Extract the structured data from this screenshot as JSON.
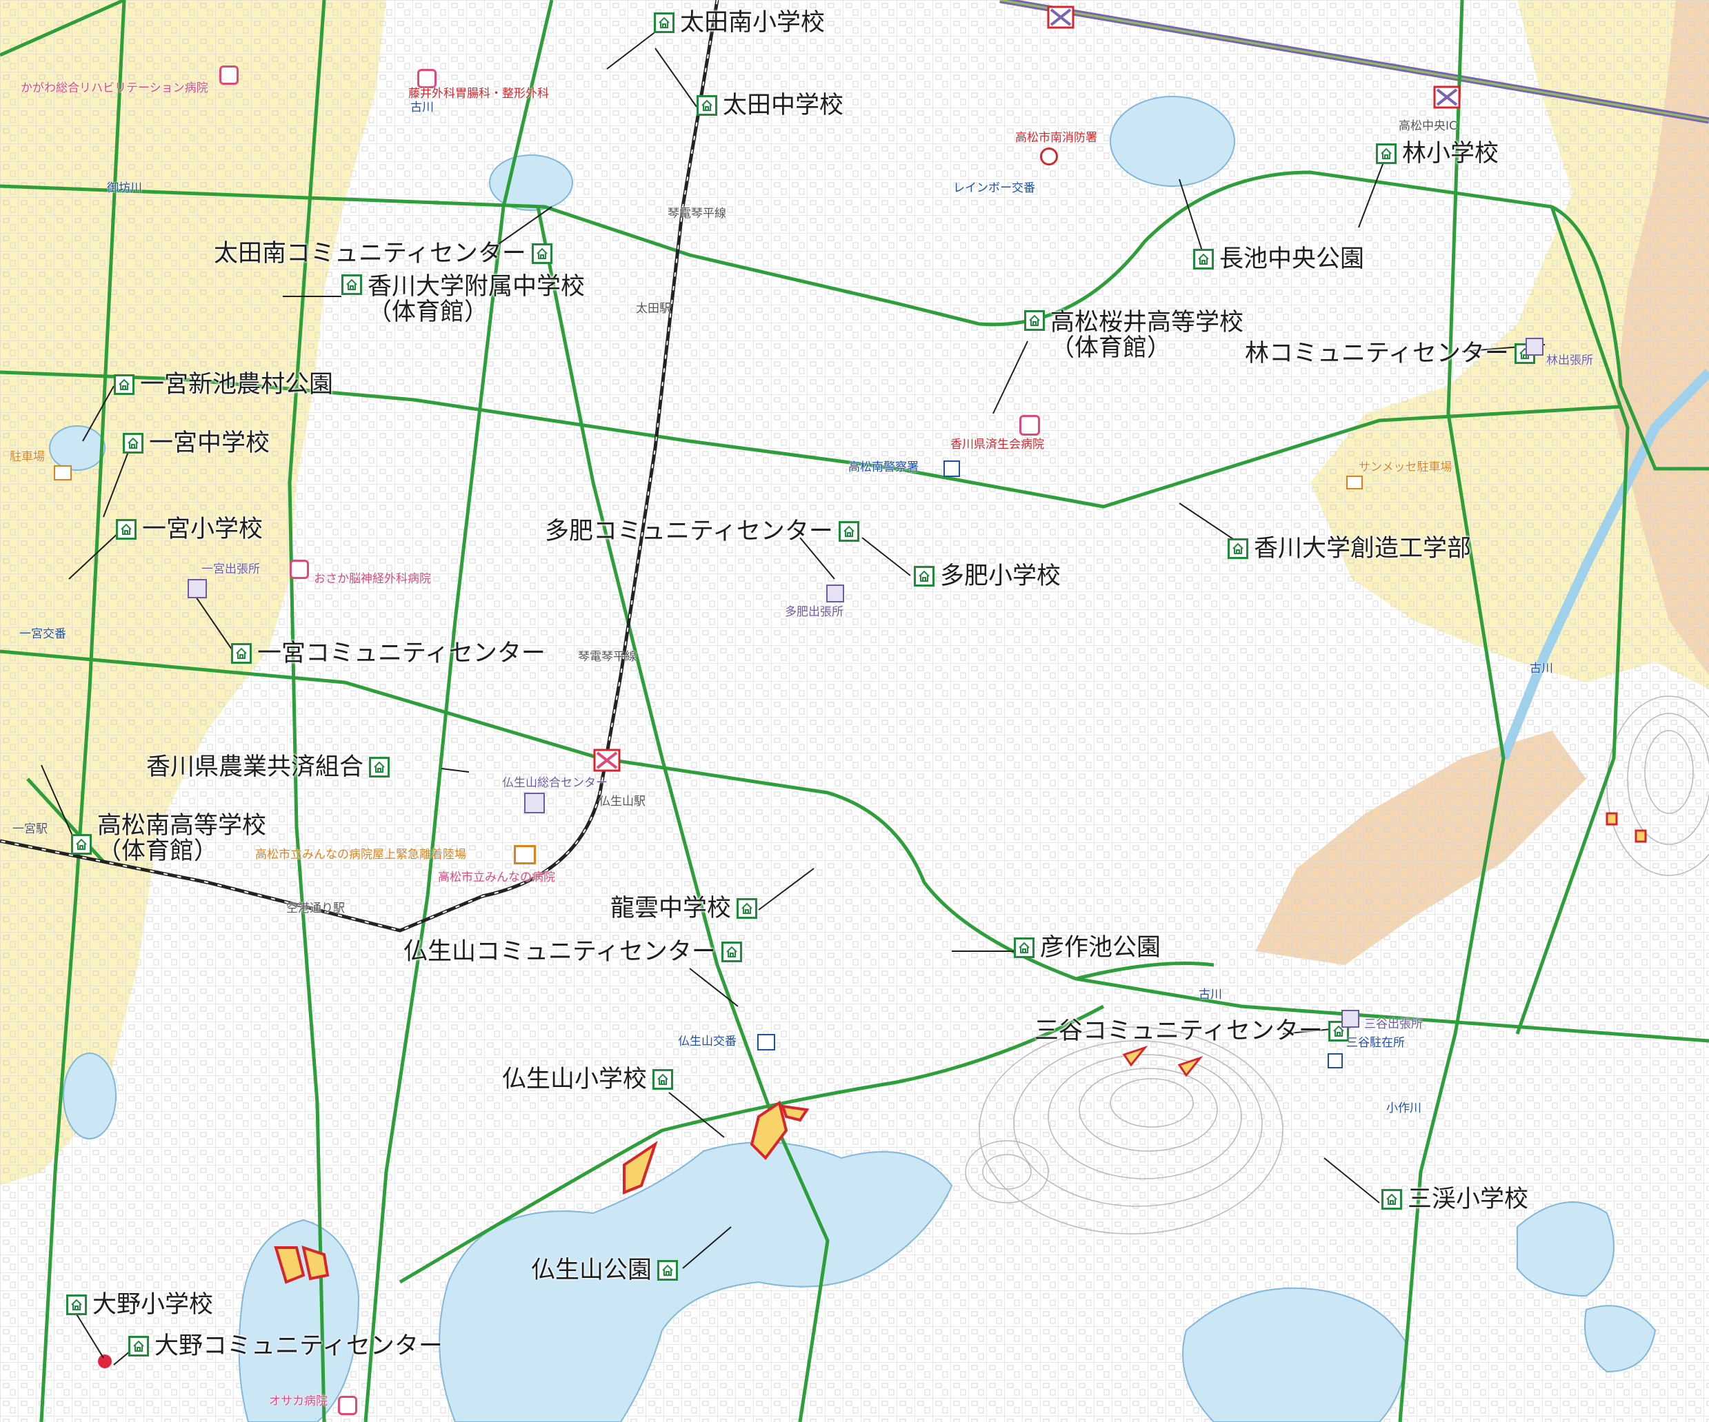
{
  "shelters": [
    {
      "id": "ota-minami-es",
      "lines": [
        "太田南小学校"
      ]
    },
    {
      "id": "ota-jhs",
      "lines": [
        "太田中学校"
      ]
    },
    {
      "id": "hayashi-es",
      "lines": [
        "林小学校"
      ]
    },
    {
      "id": "ota-minami-cc",
      "lines": [
        "太田南コミュニティセンター"
      ]
    },
    {
      "id": "kagawa-univ-jhs",
      "lines": [
        "香川大学附属中学校",
        "（体育館）"
      ]
    },
    {
      "id": "nagaike-park",
      "lines": [
        "長池中央公園"
      ]
    },
    {
      "id": "sakurai-hs",
      "lines": [
        "高松桜井高等学校",
        "（体育館）"
      ]
    },
    {
      "id": "hayashi-cc",
      "lines": [
        "林コミュニティセンター"
      ]
    },
    {
      "id": "ichinomiya-shinike-park",
      "lines": [
        "一宮新池農村公園"
      ]
    },
    {
      "id": "ichinomiya-jhs",
      "lines": [
        "一宮中学校"
      ]
    },
    {
      "id": "ichinomiya-es",
      "lines": [
        "一宮小学校"
      ]
    },
    {
      "id": "tahi-cc",
      "lines": [
        "多肥コミュニティセンター"
      ]
    },
    {
      "id": "tahi-es",
      "lines": [
        "多肥小学校"
      ]
    },
    {
      "id": "kagawa-univ-eng",
      "lines": [
        "香川大学創造工学部"
      ]
    },
    {
      "id": "ichinomiya-cc",
      "lines": [
        "一宮コミュニティセンター"
      ]
    },
    {
      "id": "ja-kagawa",
      "lines": [
        "香川県農業共済組合"
      ]
    },
    {
      "id": "takamatsu-minami-hs",
      "lines": [
        "高松南高等学校",
        "（体育館）"
      ]
    },
    {
      "id": "ryoun-jhs",
      "lines": [
        "龍雲中学校"
      ]
    },
    {
      "id": "bussyozan-cc",
      "lines": [
        "仏生山コミュニティセンター"
      ]
    },
    {
      "id": "hikosaku-park",
      "lines": [
        "彦作池公園"
      ]
    },
    {
      "id": "mitani-cc",
      "lines": [
        "三谷コミュニティセンター"
      ]
    },
    {
      "id": "bussyozan-es",
      "lines": [
        "仏生山小学校"
      ]
    },
    {
      "id": "sankei-es",
      "lines": [
        "三渓小学校"
      ]
    },
    {
      "id": "bussyozan-park",
      "lines": [
        "仏生山公園"
      ]
    },
    {
      "id": "ono-es",
      "lines": [
        "大野小学校"
      ]
    },
    {
      "id": "ono-cc",
      "lines": [
        "大野コミュニティセンター"
      ]
    }
  ],
  "facilities": {
    "hospital_kagawa_rehab": "かがわ総合リハビリテーション病院",
    "hospital_fujii": "藤井外科胃腸科・整形外科",
    "fire_station": "高松市南消防署",
    "police_box_rainbow": "レインボー交番",
    "hospital_saiseikai": "香川県済生会病院",
    "police_station": "高松南警察署",
    "branch_hayashi": "林出張所",
    "sunmesse_parking": "サンメッセ駐車場",
    "parking": "駐車場",
    "hospital_osaka_neuro": "おさか脳神経外科病院",
    "branch_ichinomiya": "一宮出張所",
    "police_box_ichinomiya": "一宮交番",
    "branch_tahi": "多肥出張所",
    "bussyozan_center": "仏生山総合センター",
    "heliport": "高松市立みんなの病院屋上緊急離着陸場",
    "hospital_minna": "高松市立みんなの病院",
    "police_box_bussyozan": "仏生山交番",
    "branch_mitani": "三谷出張所",
    "police_mitani": "三谷駐在所",
    "hospital_osaka": "オサカ病院"
  },
  "places": {
    "takamatsu_chuo_ic": "高松中央IC",
    "furukawa_1": "古川",
    "furukawa_2": "古川",
    "furukawa_3": "古川",
    "mibo_river": "御坊川",
    "kotoden_line_1": "琴電琴平線",
    "kotoden_line_2": "琴電琴平線",
    "ota_station": "太田駅",
    "bussyozan_station": "仏生山駅",
    "kuko_dori_station": "空港通り駅",
    "ichinomiya_station": "一宮駅",
    "kosaku_river": "小作川"
  },
  "colors": {
    "route": "#2e9e3a",
    "shelter": "#1f8a3b",
    "water": "#cbe6f5",
    "farmland": "#fbf0b0",
    "hillside": "#f6d9b7",
    "expressway": "#7a63b0",
    "railway": "#222222"
  }
}
